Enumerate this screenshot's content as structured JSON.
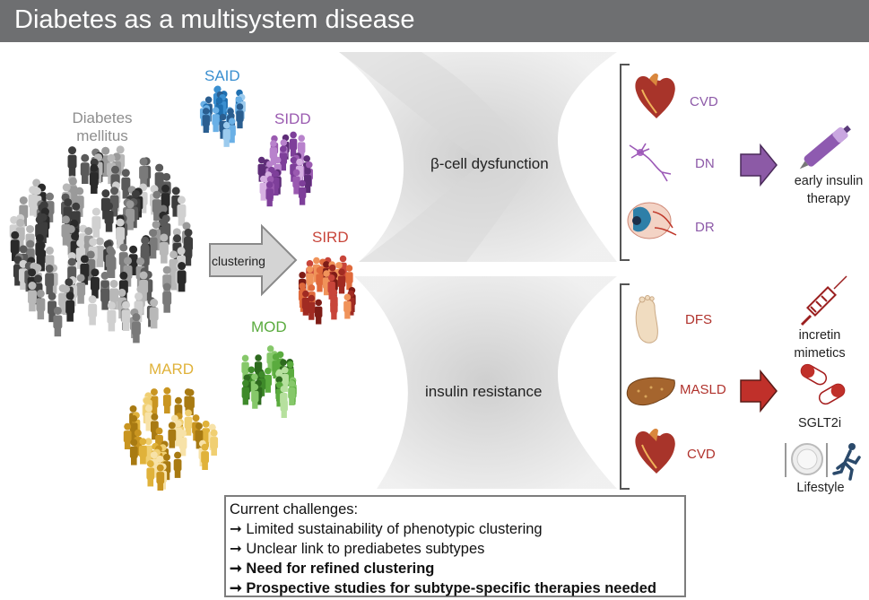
{
  "title": "Diabetes as a multisystem disease",
  "groups": {
    "diabetes": {
      "line1": "Diabetes",
      "line2": "mellitus",
      "color": "#8e8e8e"
    },
    "said": {
      "label": "SAID",
      "color": "#3a8fd0"
    },
    "sidd": {
      "label": "SIDD",
      "color": "#9a5ab0"
    },
    "sird": {
      "label": "SIRD",
      "color": "#c8453a"
    },
    "mod": {
      "label": "MOD",
      "color": "#5aab3e"
    },
    "mard": {
      "label": "MARD",
      "color": "#e0b23a"
    }
  },
  "clustering_label": "clustering",
  "mechanisms": {
    "beta": "β-cell dysfunction",
    "insulin": "insulin resistance"
  },
  "complications_top": [
    {
      "label": "CVD",
      "icon": "heart-icon"
    },
    {
      "label": "DN",
      "icon": "neuron-icon"
    },
    {
      "label": "DR",
      "icon": "eye-icon"
    }
  ],
  "complications_bottom": [
    {
      "label": "DFS",
      "icon": "foot-icon"
    },
    {
      "label": "MASLD",
      "icon": "liver-icon"
    },
    {
      "label": "CVD",
      "icon": "heart-icon"
    }
  ],
  "therapies_top": {
    "line1": "early insulin",
    "line2": "therapy",
    "icon": "insulin-pen-icon"
  },
  "therapies_bottom": {
    "incretin_line1": "incretin",
    "incretin_line2": "mimetics",
    "sglt2i": "SGLT2i",
    "lifestyle": "Lifestyle"
  },
  "challenges": {
    "heading": "Current challenges:",
    "items": [
      "➞ Limited sustainability of phenotypic clustering",
      "➞ Unclear link to prediabetes subtypes",
      "➞ Need for refined clustering",
      "➞ Prospective studies for subtype-specific therapies needed"
    ]
  },
  "colors": {
    "header": "#6e6f71",
    "purple_text": "#8d5aa8",
    "red_text": "#b0322c",
    "purple_arrow": "#8c5aa6",
    "red_arrow": "#c0302a"
  }
}
